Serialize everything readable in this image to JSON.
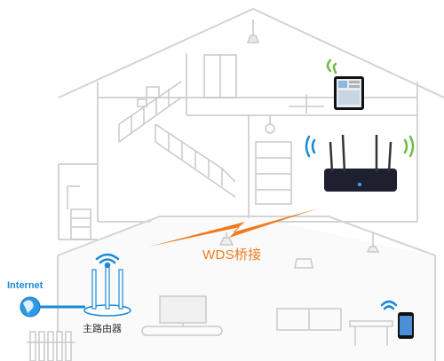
{
  "labels": {
    "internet": "Internet",
    "wds_bridge": "WDS桥接",
    "main_router": "主路由器"
  },
  "colors": {
    "wall_outline": "#d4d4d4",
    "interior_lines": "#c9c9c9",
    "wifi_green": "#6cbd45",
    "wifi_blue": "#1a8ad6",
    "wds_orange": "#f07a1e",
    "internet_line": "#1a8ad6",
    "router_dark": "#1e2030"
  },
  "icons": [
    "globe-icon",
    "wifi-icon",
    "router-icon",
    "tablet-icon",
    "phone-icon",
    "wds-lightning-icon"
  ]
}
